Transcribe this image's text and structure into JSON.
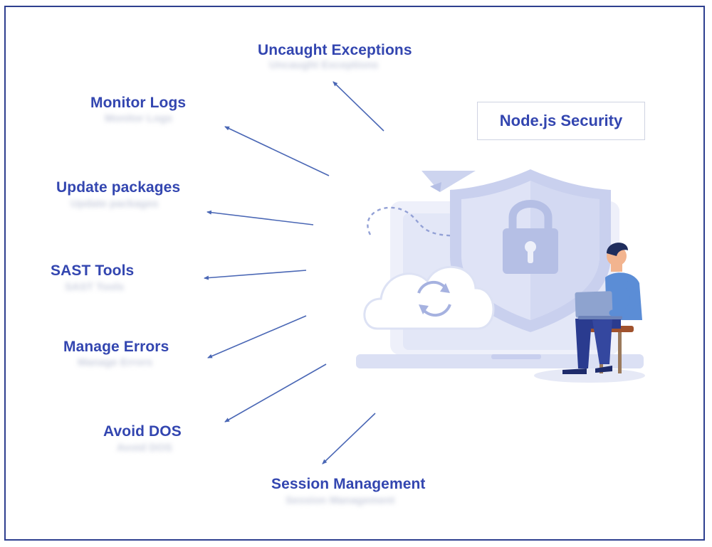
{
  "title": "Node.js Security",
  "items": [
    "Uncaught Exceptions",
    "Monitor Logs",
    "Update packages",
    "SAST Tools",
    "Manage Errors",
    "Avoid DOS",
    "Session Management"
  ],
  "colors": {
    "text": "#3346b0",
    "arrow": "#4a67b5",
    "border": "#2e3f8f",
    "illustration_light": "#dfe3f5",
    "illustration_mid": "#c4cbeb"
  },
  "icons": [
    "paper-plane-icon",
    "shield-icon",
    "padlock-icon",
    "cloud-sync-icon",
    "laptop-icon",
    "person-icon"
  ]
}
